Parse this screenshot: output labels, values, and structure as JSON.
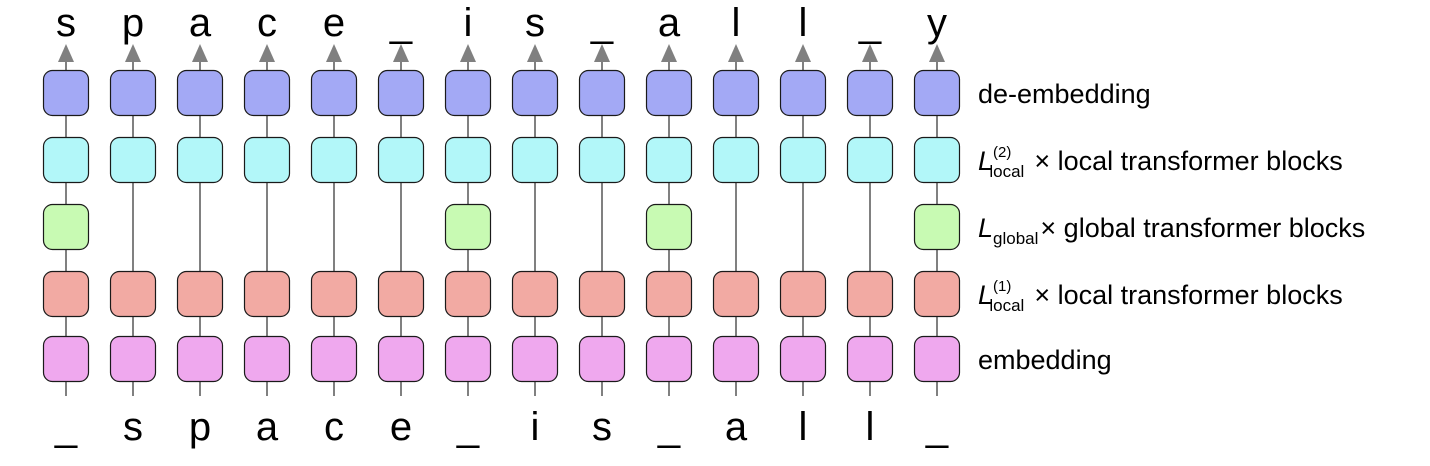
{
  "output_tokens": [
    "s",
    "p",
    "a",
    "c",
    "e",
    "_",
    "i",
    "s",
    "_",
    "a",
    "l",
    "l",
    "_",
    "y"
  ],
  "input_tokens": [
    "_",
    "s",
    "p",
    "a",
    "c",
    "e",
    "_",
    "i",
    "s",
    "_",
    "a",
    "l",
    "l",
    "_"
  ],
  "global_positions": [
    0,
    6,
    9,
    13
  ],
  "colors": {
    "de_embedding": "#a3a9f5",
    "local_upper": "#b2f7f9",
    "global": "#c8fab3",
    "local_lower": "#f2aaa3",
    "embedding": "#efa8ee",
    "line": "#808080"
  },
  "labels": {
    "de_embedding": "de-embedding",
    "local_upper": {
      "symbol": "L",
      "sup": "(2)",
      "sub": "local",
      "text": "× local transformer blocks"
    },
    "global": {
      "symbol": "L",
      "sub": "global",
      "text": "× global transformer blocks"
    },
    "local_lower": {
      "symbol": "L",
      "sup": "(1)",
      "sub": "local",
      "text": "× local transformer blocks"
    },
    "embedding": "embedding"
  }
}
